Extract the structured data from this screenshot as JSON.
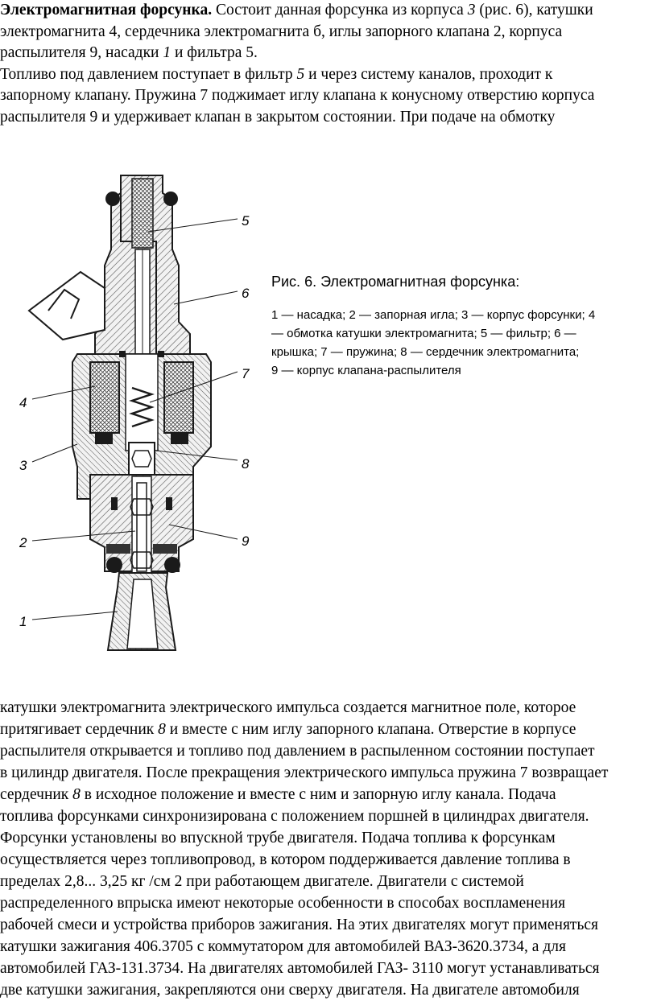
{
  "top_text": {
    "title": "Электромагнитная форсунка.",
    "l1_rest_a": " Состоит данная форсунка из корпуса ",
    "l1_num3": "3",
    "l1_rest_b": " (рис. 6), катушки",
    "l2": "электромагнита 4, сердечника электромагнита б, иглы запорного клапана 2, корпуса",
    "l3_a": "распылителя 9, насадки ",
    "l3_num1": "1",
    "l3_b": " и фильтра 5.",
    "l4_a": "Топливо под давлением поступает в фильтр ",
    "l4_num5": "5",
    "l4_b": " и через систему каналов, проходит к",
    "l5": "запорному клапану. Пружина 7 поджимает иглу клапана к конусному отверстию корпуса",
    "l6": "распылителя 9 и удерживает клапан в закрытом состоянии. При подаче на обмотку"
  },
  "figure": {
    "labels": [
      "1",
      "2",
      "3",
      "4",
      "5",
      "6",
      "7",
      "8",
      "9"
    ],
    "colors": {
      "ink": "#1a1a1a",
      "hatch": "#555555",
      "fill": "#f2f2f2"
    }
  },
  "caption": {
    "title": "Рис. 6. Электромагнитная форсунка:",
    "legend_l1": "1 — насадка; 2 — запорная игла; 3 — корпус форсунки; 4",
    "legend_l2": "— обмотка катушки электромагнита; 5 — фильтр; 6 —",
    "legend_l3": "крышка; 7 — пружина; 8 — сердечник электромагнита;",
    "legend_l4": "9 — корпус клапана-распылителя"
  },
  "bottom_text": {
    "l1": "катушки электромагнита электрического импульса создается магнитное поле, которое",
    "l2_a": "притягивает сердечник ",
    "l2_num8": "8",
    "l2_b": " и вместе с ним иглу запорного клапана. Отверстие в корпусе",
    "l3": "распылителя открывается и топливо под давлением в распыленном состоянии поступает",
    "l4": "в цилиндр двигателя. После прекращения электрического импульса пружина 7 возвращает",
    "l5_a": "сердечник ",
    "l5_num8": "8",
    "l5_b": " в исходное положение и вместе с ним и запорную иглу канала. Подача",
    "l6": "топлива форсунками синхронизирована с положением поршней в цилиндрах двигателя.",
    "l7": "Форсунки установлены во впускной трубе двигателя. Подача топлива к форсункам",
    "l8": "осуществляется через топливопровод, в котором поддерживается давление топлива в",
    "l9": "пределах 2,8... 3,25 кг /см 2 при работающем двигателе. Двигатели с системой",
    "l10": "распределенного впрыска имеют некоторые особенности в способах воспламенения",
    "l11": "рабочей смеси и устройства приборов зажигания. На этих двигателях могут применяться",
    "l12": "катушки зажигания 406.3705 с коммутатором для автомобилей ВАЗ-3620.3734, а для",
    "l13": "автомобилей ГАЗ-131.3734. На двигателях автомобилей ГАЗ- 3110 могут устанавливаться",
    "l14": "две катушки зажигания, закрепляются они сверху двигателя. На двигателе автомобиля"
  }
}
